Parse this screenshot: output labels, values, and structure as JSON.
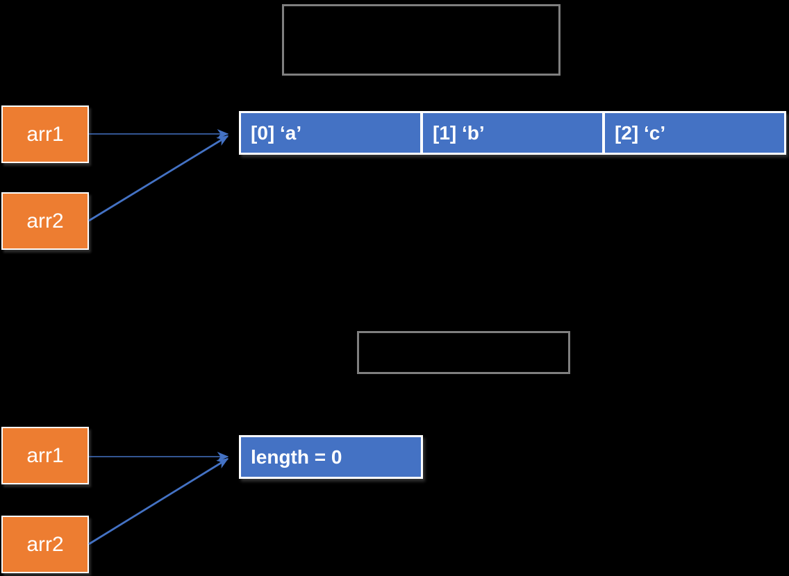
{
  "colors": {
    "background": "#000000",
    "pointer_orange": "#ED7D31",
    "array_blue": "#4472C4",
    "arrow_blue": "#4472C4",
    "frame_gray": "#7F7F7F",
    "text_white": "#FFFFFF"
  },
  "top_section": {
    "pointers": [
      {
        "label": "arr1"
      },
      {
        "label": "arr2"
      }
    ],
    "array_cells": [
      {
        "label": "[0] ‘a’"
      },
      {
        "label": "[1] ‘b’"
      },
      {
        "label": "[2] ‘c’"
      }
    ]
  },
  "bottom_section": {
    "pointers": [
      {
        "label": "arr1"
      },
      {
        "label": "arr2"
      }
    ],
    "length_box": {
      "label": "length = 0"
    }
  }
}
